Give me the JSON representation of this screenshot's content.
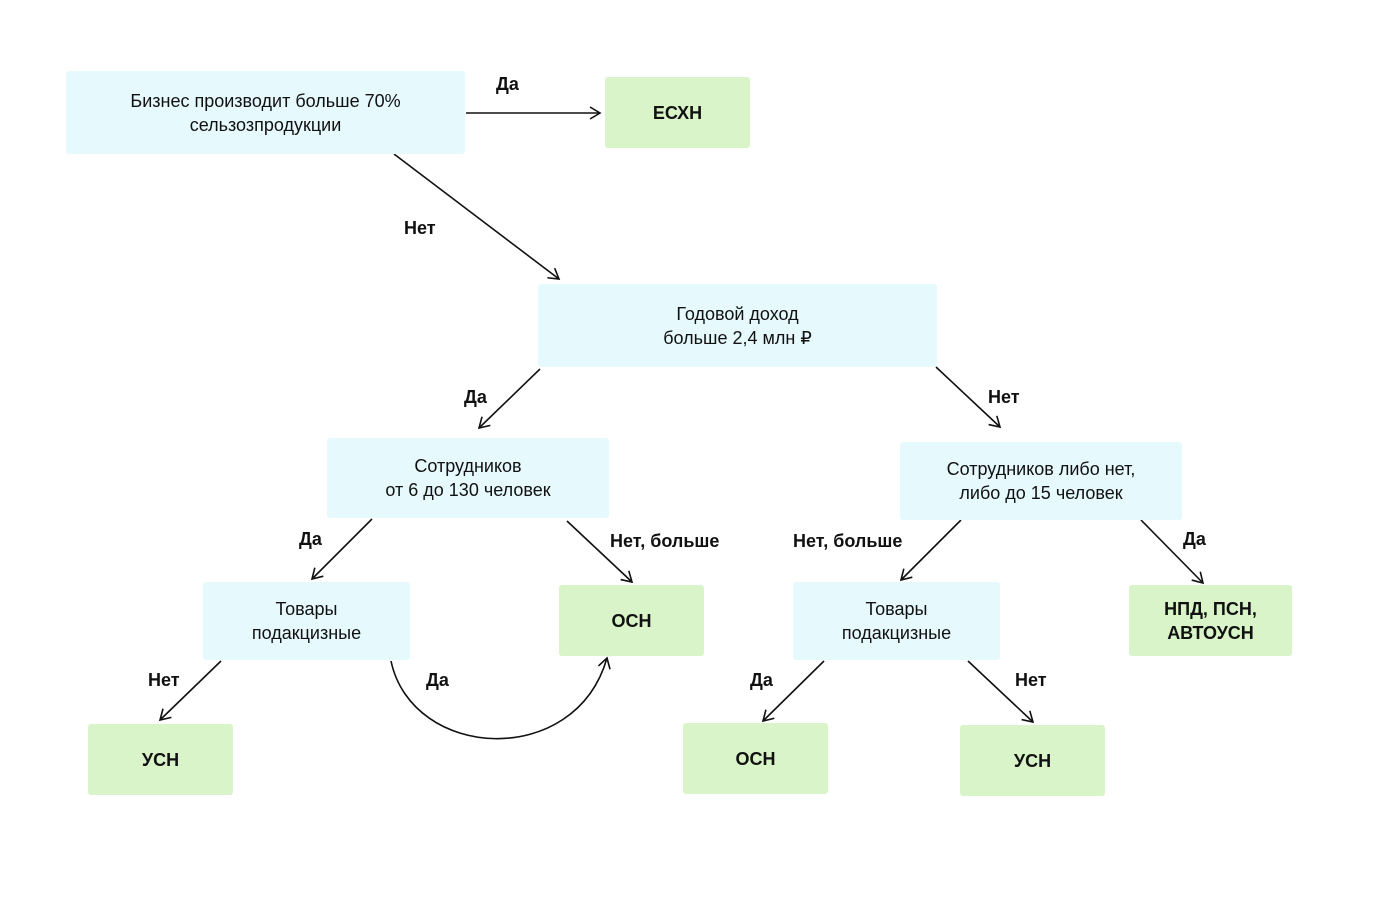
{
  "nodes": {
    "agri": "Бизнес  производит больше 70%\nсельзозпродукции",
    "eskhn": "ЕСХН",
    "income": "Годовой доход\nбольше 2,4 млн ₽",
    "staff_6_130": "Сотрудников\nот 6 до 130 человек",
    "staff_15": "Сотрудников либо нет,\nлибо до 15 человек",
    "excise_left": "Товары\nподакцизные",
    "osn_top": "ОСН",
    "excise_right": "Товары\nподакцизные",
    "npd": "НПД, ПСН,\nАВТОУСН",
    "usn_left": "УСН",
    "osn_bottom": "ОСН",
    "usn_right": "УСН"
  },
  "edge_labels": {
    "agri_yes": "Да",
    "agri_no": "Нет",
    "income_yes": "Да",
    "income_no": "Нет",
    "staff_left_yes": "Да",
    "staff_left_no": "Нет, больше",
    "staff_right_no": "Нет, больше",
    "staff_right_yes": "Да",
    "excise_left_no": "Нет",
    "excise_left_yes": "Да",
    "excise_right_yes": "Да",
    "excise_right_no": "Нет"
  },
  "colors": {
    "question_fill": "#e6f9fc",
    "result_fill": "#d9f4c8",
    "arrow": "#111111"
  }
}
